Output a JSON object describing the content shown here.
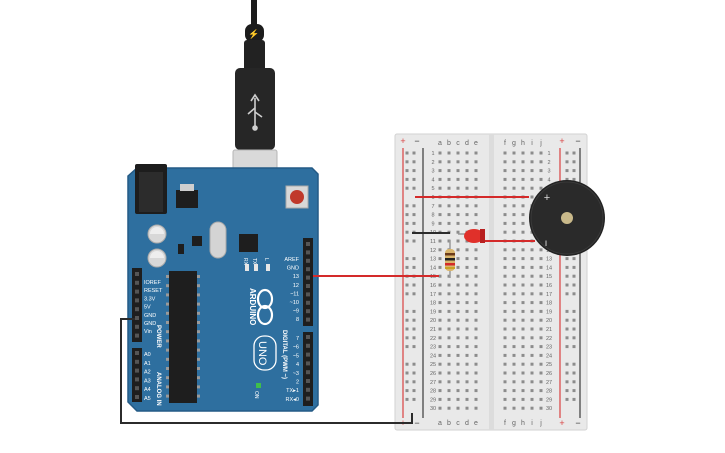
{
  "arduino": {
    "brand": "ARDUINO",
    "model": "UNO",
    "on_label": "ON",
    "power_title": "POWER",
    "analog_title": "ANALOG IN",
    "digital_title": "DIGITAL (PWM ~)",
    "led_l": "L",
    "led_tx": "TX",
    "led_rx": "RX",
    "power_pins": [
      "IOREF",
      "RESET",
      "3.3V",
      "5V",
      "GND",
      "GND",
      "Vin"
    ],
    "analog_pins": [
      "A0",
      "A1",
      "A2",
      "A3",
      "A4",
      "A5"
    ],
    "digital_top": [
      "AREF",
      "GND",
      "13",
      "12",
      "~11",
      "~10",
      "~9",
      "8"
    ],
    "digital_bottom": [
      "7",
      "~6",
      "~5",
      "4",
      "~3",
      "2",
      "TX▸1",
      "RX◂0"
    ]
  },
  "breadboard": {
    "cols_left": [
      "a",
      "b",
      "c",
      "d",
      "e"
    ],
    "cols_right": [
      "f",
      "g",
      "h",
      "i",
      "j"
    ],
    "rows": [
      "1",
      "2",
      "3",
      "4",
      "5",
      "6",
      "7",
      "8",
      "9",
      "10",
      "11",
      "12",
      "13",
      "14",
      "15",
      "16",
      "17",
      "18",
      "19",
      "20",
      "21",
      "22",
      "23",
      "24",
      "25",
      "26",
      "27",
      "28",
      "29",
      "30"
    ],
    "rail_plus": "+",
    "rail_minus": "−"
  },
  "buzzer": {
    "plus": "+"
  },
  "colors": {
    "board": "#2d6ea0",
    "board_dark": "#245a85",
    "wire_red": "#d42a2a",
    "wire_black": "#2b2b2b",
    "led_red": "#e0302a",
    "breadboard": "#e9e9e9"
  }
}
